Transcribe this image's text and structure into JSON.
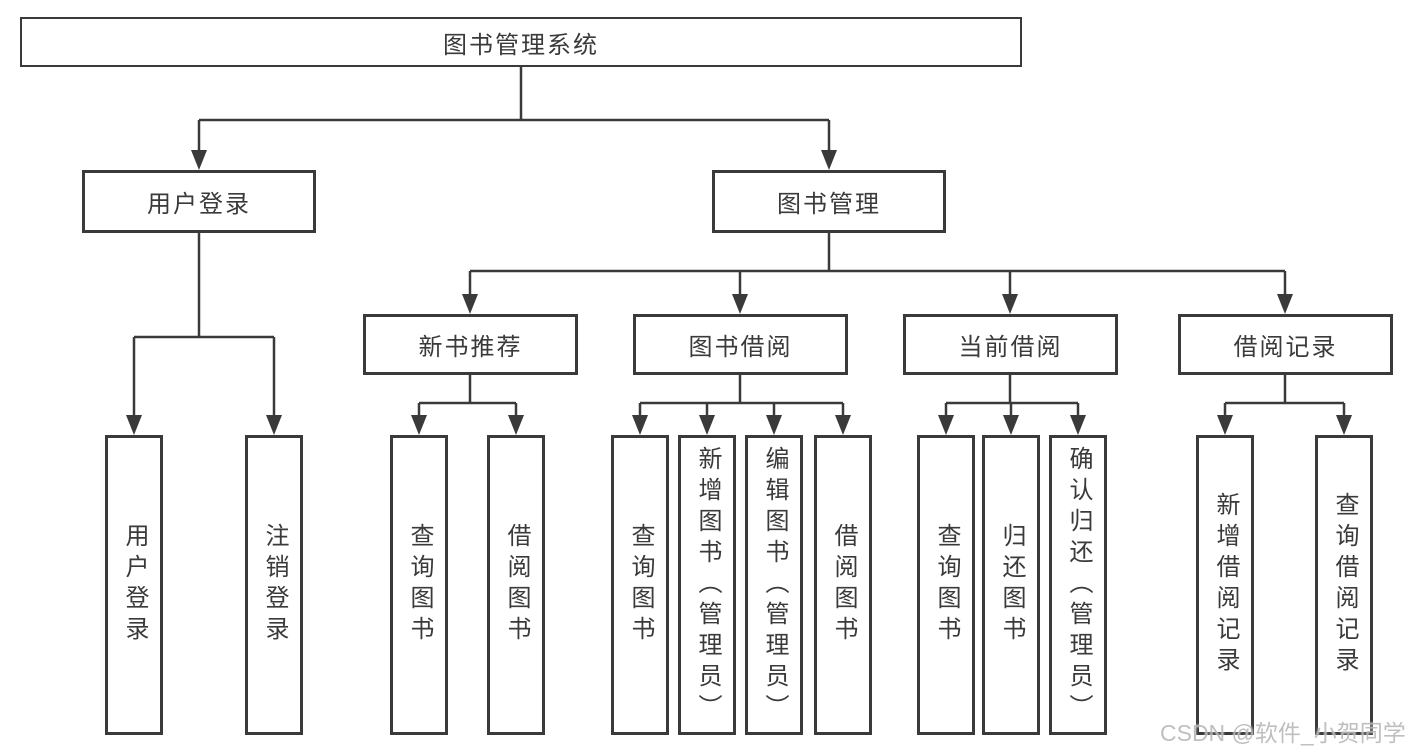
{
  "diagram": {
    "watermark": "CSDN @软件_小贺同学",
    "colors": {
      "line": "#3a3a3a",
      "text": "#3a3a3a",
      "box_background": "#ffffff",
      "watermark": "#b9b9b9"
    },
    "nodes": {
      "root": {
        "label": "图书管理系统"
      },
      "level2": [
        {
          "id": "user-login",
          "label": "用户登录"
        },
        {
          "id": "book-management",
          "label": "图书管理"
        }
      ],
      "level3": [
        {
          "id": "new-book-recommend",
          "label": "新书推荐",
          "parent": "book-management"
        },
        {
          "id": "book-borrowing",
          "label": "图书借阅",
          "parent": "book-management"
        },
        {
          "id": "current-borrowing",
          "label": "当前借阅",
          "parent": "book-management"
        },
        {
          "id": "borrowing-records",
          "label": "借阅记录",
          "parent": "book-management"
        }
      ],
      "leaves": [
        {
          "label": "用户登录",
          "parent": "user-login"
        },
        {
          "label": "注销登录",
          "parent": "user-login"
        },
        {
          "label": "查询图书",
          "parent": "new-book-recommend"
        },
        {
          "label": "借阅图书",
          "parent": "new-book-recommend"
        },
        {
          "label": "查询图书",
          "parent": "book-borrowing"
        },
        {
          "label": "新增图书（管理员）",
          "parent": "book-borrowing"
        },
        {
          "label": "编辑图书（管理员）",
          "parent": "book-borrowing"
        },
        {
          "label": "借阅图书",
          "parent": "book-borrowing"
        },
        {
          "label": "查询图书",
          "parent": "current-borrowing"
        },
        {
          "label": "归还图书",
          "parent": "current-borrowing"
        },
        {
          "label": "确认归还（管理员）",
          "parent": "current-borrowing"
        },
        {
          "label": "新增借阅记录",
          "parent": "borrowing-records"
        },
        {
          "label": "查询借阅记录",
          "parent": "borrowing-records"
        }
      ]
    }
  }
}
